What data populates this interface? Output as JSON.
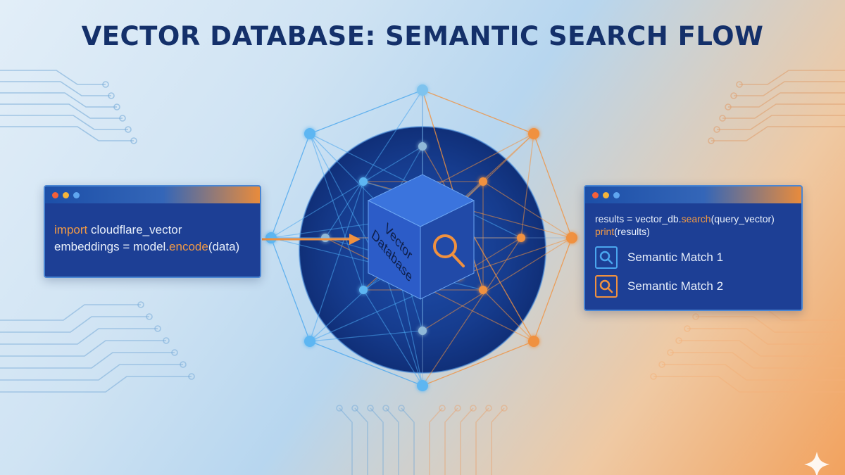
{
  "title": "VECTOR DATABASE: SEMANTIC SEARCH FLOW",
  "left_panel": {
    "line1_keyword": "import",
    "line1_rest": " cloudflare_vector",
    "line2_before": "embeddings = model.",
    "line2_keyword": "encode",
    "line2_after": "(data)"
  },
  "right_panel": {
    "line1_before": "results = vector_db.",
    "line1_keyword": "search",
    "line1_after": "(query_vector)",
    "line2_keyword": "print",
    "line2_after": "(results)",
    "matches": [
      {
        "label": "Semantic Match 1",
        "icon": "search-icon",
        "color": "#4aa6ee"
      },
      {
        "label": "Semantic Match 2",
        "icon": "search-icon",
        "color": "#f0913f"
      }
    ]
  },
  "cube": {
    "label_line1": "Vector",
    "label_line2": "Database",
    "icon": "search-icon"
  },
  "colors": {
    "title": "#14306a",
    "sphere": "#163c8e",
    "panel": "#1d3f95",
    "accent_blue": "#4aa6ee",
    "accent_orange": "#f0913f",
    "cube_front": "#2c5cc8"
  }
}
